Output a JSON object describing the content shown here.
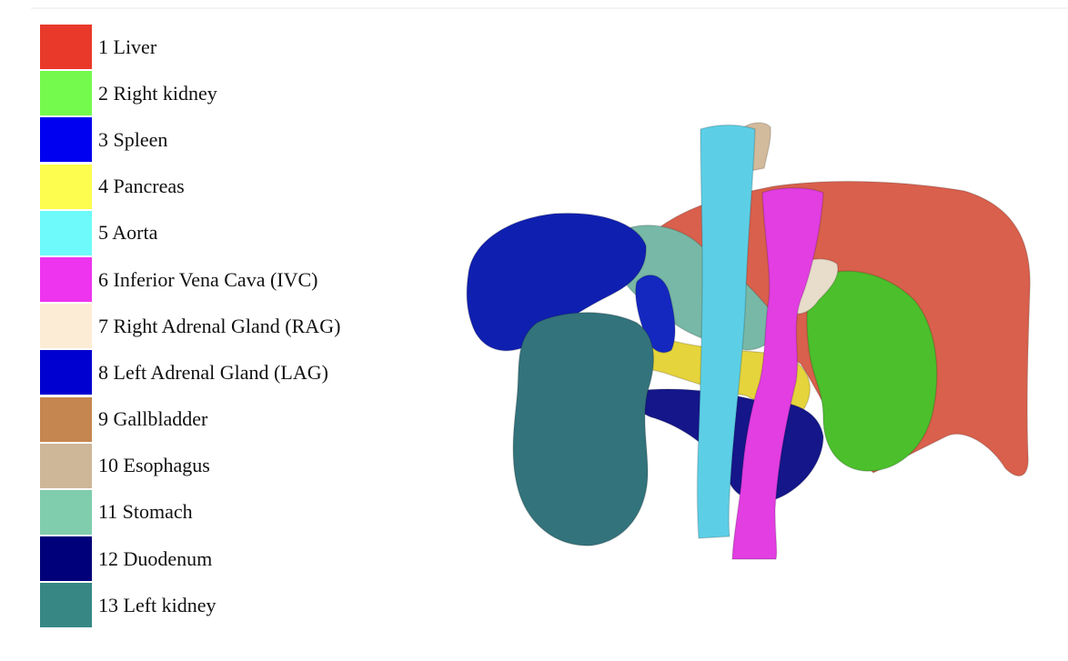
{
  "legend": [
    {
      "number": "1",
      "label": "1 Liver",
      "color": "#e8392a"
    },
    {
      "number": "2",
      "label": "2 Right kidney",
      "color": "#74fa4c"
    },
    {
      "number": "3",
      "label": "3 Spleen",
      "color": "#0000f0"
    },
    {
      "number": "4",
      "label": "4 Pancreas",
      "color": "#fdfd4f"
    },
    {
      "number": "5",
      "label": "5 Aorta",
      "color": "#6efafa"
    },
    {
      "number": "6",
      "label": "6 Inferior Vena Cava (IVC)",
      "color": "#ee34ee"
    },
    {
      "number": "7",
      "label": "7 Right Adrenal Gland (RAG)",
      "color": "#fcecd6"
    },
    {
      "number": "8",
      "label": "8 Left Adrenal Gland (LAG)",
      "color": "#0000d0"
    },
    {
      "number": "9",
      "label": "9 Gallbladder",
      "color": "#c5864f"
    },
    {
      "number": "10",
      "label": "10 Esophagus",
      "color": "#ceb698"
    },
    {
      "number": "11",
      "label": "11 Stomach",
      "color": "#80cdad"
    },
    {
      "number": "12",
      "label": "12 Duodenum",
      "color": "#00007a"
    },
    {
      "number": "13",
      "label": "13 Left kidney",
      "color": "#378885"
    }
  ],
  "render_colors": {
    "liver": "#d9604c",
    "right_kidney": "#4cbf2c",
    "spleen": "#0f1fb0",
    "pancreas": "#e6d43c",
    "aorta": "#5ccfe6",
    "ivc": "#e23ee2",
    "rag": "#e8dccb",
    "lag": "#1428c0",
    "esophagus": "#d2bb9c",
    "stomach": "#78b8a6",
    "duodenum": "#14168a",
    "left_kidney": "#33737c"
  }
}
